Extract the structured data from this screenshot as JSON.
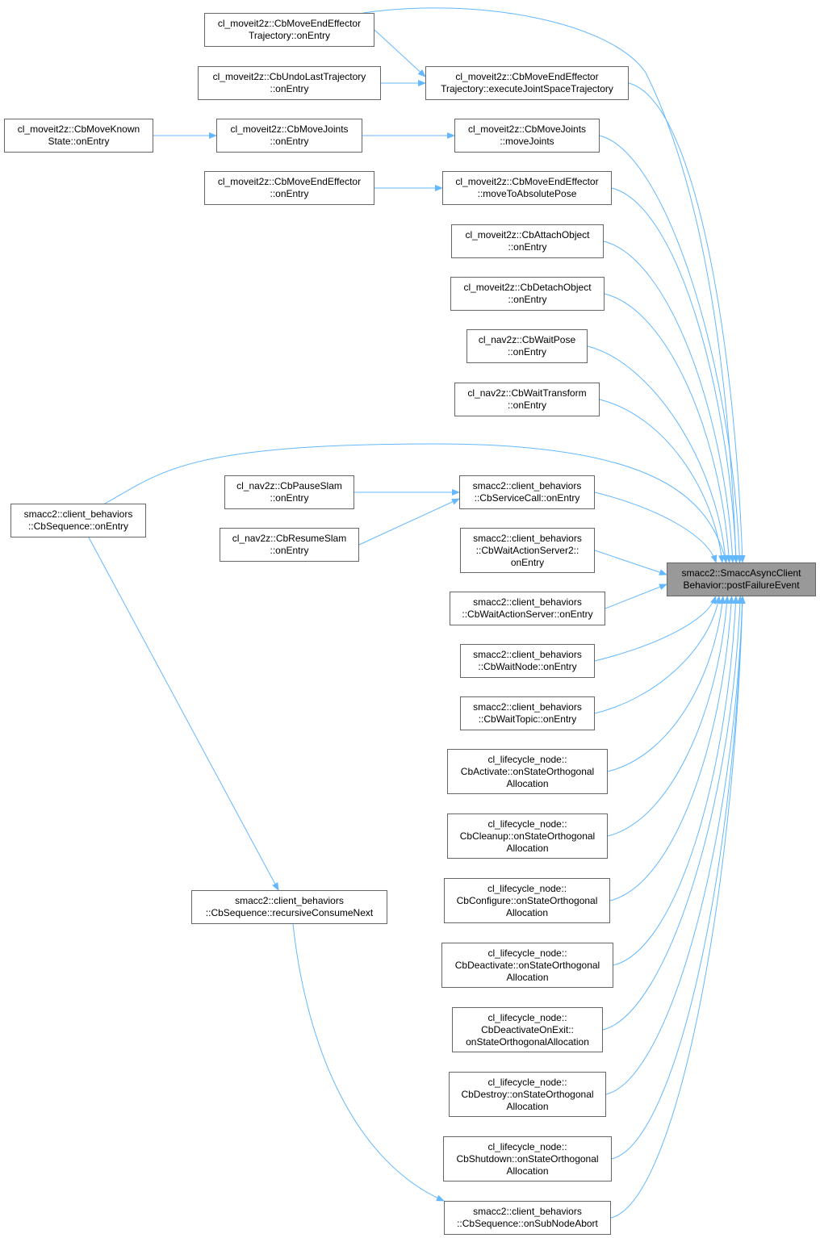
{
  "graph": {
    "target": {
      "id": "target",
      "lines": [
        "smacc2::SmaccAsyncClient",
        "Behavior::postFailureEvent"
      ]
    },
    "nodes": [
      {
        "id": "n1",
        "lines": [
          "cl_moveit2z::CbMoveEndEffector",
          "Trajectory::onEntry"
        ]
      },
      {
        "id": "n2",
        "lines": [
          "cl_moveit2z::CbMoveEndEffector",
          "Trajectory::executeJointSpaceTrajectory"
        ]
      },
      {
        "id": "n3",
        "lines": [
          "cl_moveit2z::CbUndoLastTrajectory",
          "::onEntry"
        ]
      },
      {
        "id": "n4",
        "lines": [
          "cl_moveit2z::CbMoveKnown",
          "State::onEntry"
        ]
      },
      {
        "id": "n5",
        "lines": [
          "cl_moveit2z::CbMoveJoints",
          "::onEntry"
        ]
      },
      {
        "id": "n6",
        "lines": [
          "cl_moveit2z::CbMoveJoints",
          "::moveJoints"
        ]
      },
      {
        "id": "n7",
        "lines": [
          "cl_moveit2z::CbMoveEndEffector",
          "::onEntry"
        ]
      },
      {
        "id": "n8",
        "lines": [
          "cl_moveit2z::CbMoveEndEffector",
          "::moveToAbsolutePose"
        ]
      },
      {
        "id": "n9",
        "lines": [
          "cl_moveit2z::CbAttachObject",
          "::onEntry"
        ]
      },
      {
        "id": "n10",
        "lines": [
          "cl_moveit2z::CbDetachObject",
          "::onEntry"
        ]
      },
      {
        "id": "n11",
        "lines": [
          "cl_nav2z::CbWaitPose",
          "::onEntry"
        ]
      },
      {
        "id": "n12",
        "lines": [
          "cl_nav2z::CbWaitTransform",
          "::onEntry"
        ]
      },
      {
        "id": "n13",
        "lines": [
          "smacc2::client_behaviors",
          "::CbSequence::onEntry"
        ]
      },
      {
        "id": "n14",
        "lines": [
          "smacc2::client_behaviors",
          "::CbServiceCall::onEntry"
        ]
      },
      {
        "id": "n15",
        "lines": [
          "cl_nav2z::CbPauseSlam",
          "::onEntry"
        ]
      },
      {
        "id": "n16",
        "lines": [
          "cl_nav2z::CbResumeSlam",
          "::onEntry"
        ]
      },
      {
        "id": "n17",
        "lines": [
          "smacc2::client_behaviors",
          "::CbWaitActionServer2::",
          "onEntry"
        ]
      },
      {
        "id": "n18",
        "lines": [
          "smacc2::client_behaviors",
          "::CbWaitActionServer::onEntry"
        ]
      },
      {
        "id": "n19",
        "lines": [
          "smacc2::client_behaviors",
          "::CbWaitNode::onEntry"
        ]
      },
      {
        "id": "n20",
        "lines": [
          "smacc2::client_behaviors",
          "::CbWaitTopic::onEntry"
        ]
      },
      {
        "id": "n21",
        "lines": [
          "cl_lifecycle_node::",
          "CbActivate::onStateOrthogonal",
          "Allocation"
        ]
      },
      {
        "id": "n22",
        "lines": [
          "cl_lifecycle_node::",
          "CbCleanup::onStateOrthogonal",
          "Allocation"
        ]
      },
      {
        "id": "n23",
        "lines": [
          "cl_lifecycle_node::",
          "CbConfigure::onStateOrthogonal",
          "Allocation"
        ]
      },
      {
        "id": "n24",
        "lines": [
          "cl_lifecycle_node::",
          "CbDeactivate::onStateOrthogonal",
          "Allocation"
        ]
      },
      {
        "id": "n25",
        "lines": [
          "cl_lifecycle_node::",
          "CbDeactivateOnExit::",
          "onStateOrthogonalAllocation"
        ]
      },
      {
        "id": "n26",
        "lines": [
          "cl_lifecycle_node::",
          "CbDestroy::onStateOrthogonal",
          "Allocation"
        ]
      },
      {
        "id": "n27",
        "lines": [
          "cl_lifecycle_node::",
          "CbShutdown::onStateOrthogonal",
          "Allocation"
        ]
      },
      {
        "id": "n28",
        "lines": [
          "smacc2::client_behaviors",
          "::CbSequence::recursiveConsumeNext"
        ]
      },
      {
        "id": "n29",
        "lines": [
          "smacc2::client_behaviors",
          "::CbSequence::onSubNodeAbort"
        ]
      }
    ],
    "edges": [
      [
        "n1",
        "target"
      ],
      [
        "n1",
        "n2"
      ],
      [
        "n3",
        "n2"
      ],
      [
        "n2",
        "target"
      ],
      [
        "n4",
        "n5"
      ],
      [
        "n5",
        "n6"
      ],
      [
        "n6",
        "target"
      ],
      [
        "n7",
        "n8"
      ],
      [
        "n8",
        "target"
      ],
      [
        "n9",
        "target"
      ],
      [
        "n10",
        "target"
      ],
      [
        "n11",
        "target"
      ],
      [
        "n12",
        "target"
      ],
      [
        "n13",
        "target"
      ],
      [
        "n13",
        "n28"
      ],
      [
        "n15",
        "n14"
      ],
      [
        "n16",
        "n14"
      ],
      [
        "n14",
        "target"
      ],
      [
        "n17",
        "target"
      ],
      [
        "n18",
        "target"
      ],
      [
        "n19",
        "target"
      ],
      [
        "n20",
        "target"
      ],
      [
        "n21",
        "target"
      ],
      [
        "n22",
        "target"
      ],
      [
        "n23",
        "target"
      ],
      [
        "n24",
        "target"
      ],
      [
        "n25",
        "target"
      ],
      [
        "n26",
        "target"
      ],
      [
        "n27",
        "target"
      ],
      [
        "n28",
        "n29"
      ],
      [
        "n29",
        "target"
      ]
    ],
    "colors": {
      "edge": "#63b8ff",
      "node_border": "#666666",
      "target_fill": "#999999"
    }
  }
}
